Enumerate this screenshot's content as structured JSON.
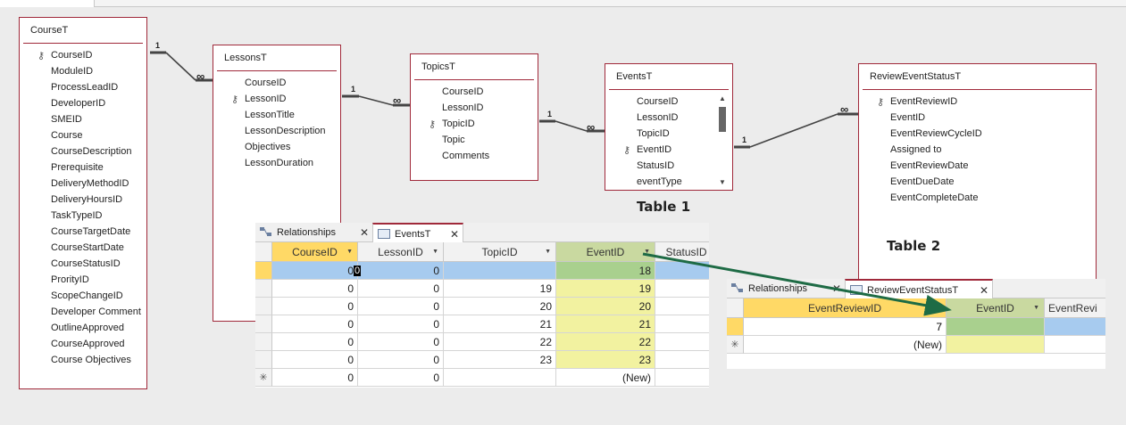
{
  "tables": {
    "course": {
      "title": "CourseT",
      "key_field": "CourseID",
      "fields": [
        "CourseID",
        "ModuleID",
        "ProcessLeadID",
        "DeveloperID",
        "SMEID",
        "Course",
        "CourseDescription",
        "Prerequisite",
        "DeliveryMethodID",
        "DeliveryHoursID",
        "TaskTypeID",
        "CourseTargetDate",
        "CourseStartDate",
        "CourseStatusID",
        "ProrityID",
        "ScopeChangeID",
        "Developer Comment",
        "OutlineApproved",
        "CourseApproved",
        "Course Objectives"
      ]
    },
    "lessons": {
      "title": "LessonsT",
      "key_field": "LessonID",
      "fields": [
        "CourseID",
        "LessonID",
        "LessonTitle",
        "LessonDescription",
        "Objectives",
        "LessonDuration"
      ]
    },
    "topics": {
      "title": "TopicsT",
      "key_field": "TopicID",
      "fields": [
        "CourseID",
        "LessonID",
        "TopicID",
        "Topic",
        "Comments"
      ]
    },
    "events": {
      "title": "EventsT",
      "key_field": "EventID",
      "fields": [
        "CourseID",
        "LessonID",
        "TopicID",
        "EventID",
        "StatusID",
        "eventType"
      ]
    },
    "review": {
      "title": "ReviewEventStatusT",
      "key_field": "EventReviewID",
      "fields": [
        "EventReviewID",
        "EventID",
        "EventReviewCycleID",
        "Assigned to",
        "EventReviewDate",
        "EventDueDate",
        "EventCompleteDate"
      ]
    }
  },
  "relations": {
    "one": "1",
    "many": "∞"
  },
  "captions": {
    "table1": "Table 1",
    "table2": "Table 2"
  },
  "events_sheet": {
    "tabs": [
      "Relationships",
      "EventsT"
    ],
    "columns": [
      "CourseID",
      "LessonID",
      "TopicID",
      "EventID",
      "StatusID"
    ],
    "rows": [
      [
        "0",
        "0",
        "",
        "18"
      ],
      [
        "0",
        "0",
        "19",
        "19"
      ],
      [
        "0",
        "0",
        "20",
        "20"
      ],
      [
        "0",
        "0",
        "21",
        "21"
      ],
      [
        "0",
        "0",
        "22",
        "22"
      ],
      [
        "0",
        "0",
        "23",
        "23"
      ]
    ],
    "new_row": [
      "0",
      "0",
      "",
      "(New)"
    ],
    "active_cell_value": "0"
  },
  "review_sheet": {
    "tabs": [
      "Relationships",
      "ReviewEventStatusT"
    ],
    "columns": [
      "EventReviewID",
      "EventID",
      "EventRevi"
    ],
    "rows": [
      [
        "7",
        ""
      ]
    ],
    "new_row": [
      "(New)",
      ""
    ]
  },
  "colors": {
    "accent": "#a0293a",
    "header_active": "#ffd966",
    "col_green": "#a9d08e",
    "col_yellow": "#f2f2a0",
    "sel_blue": "#a7cbef",
    "arrow": "#1e6b45"
  }
}
